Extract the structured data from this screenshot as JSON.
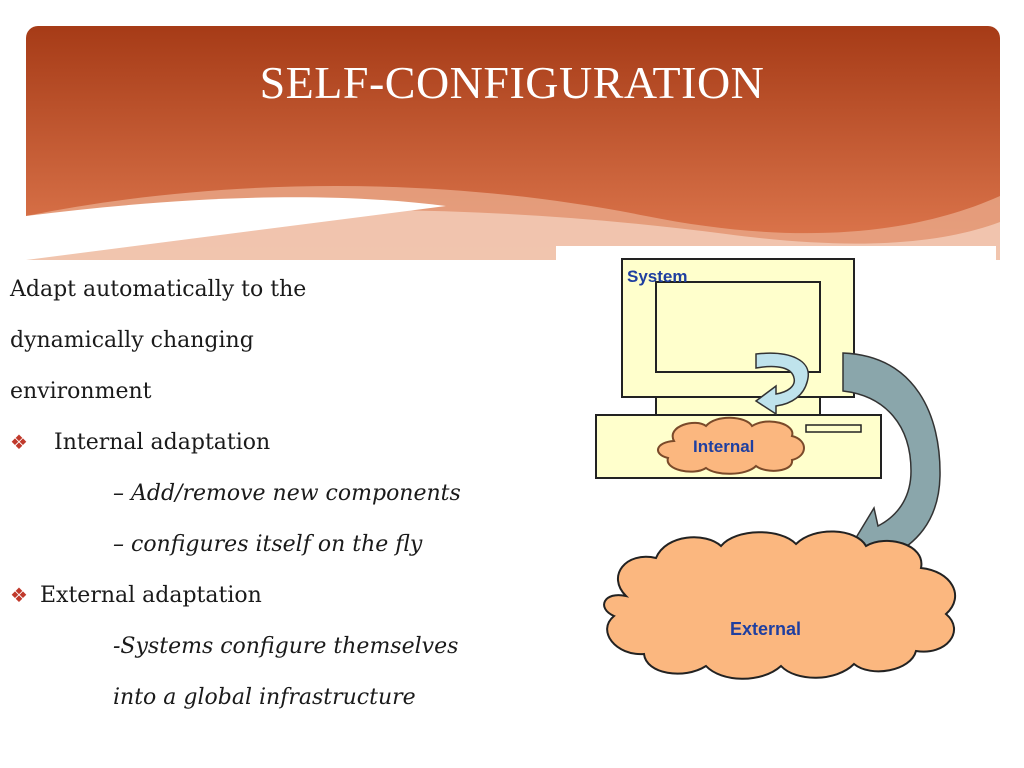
{
  "slide": {
    "title": "SELF-CONFIGURATION",
    "colors": {
      "header_top": "#a63b17",
      "header_bottom": "#e07a50",
      "bullet": "#c0392b",
      "system_fill": "#ffffcc",
      "cloud_fill": "#fbb77f",
      "diagram_text": "#1f3fa0"
    }
  },
  "content": {
    "intro_lines": [
      "Adapt automatically to the",
      "dynamically changing",
      "environment"
    ],
    "internal": {
      "bullet_icon": "diamond-bullet-icon",
      "heading": "Internal adaptation",
      "sub_items": [
        "– Add/remove new components",
        "– configures itself on the fly"
      ]
    },
    "external": {
      "bullet_icon": "diamond-bullet-icon",
      "heading": "External adaptation",
      "sub_items": [
        "-Systems configure themselves",
        "into a global infrastructure"
      ]
    }
  },
  "diagram": {
    "system_label": "System",
    "internal_label": "Internal",
    "external_label": "External"
  }
}
